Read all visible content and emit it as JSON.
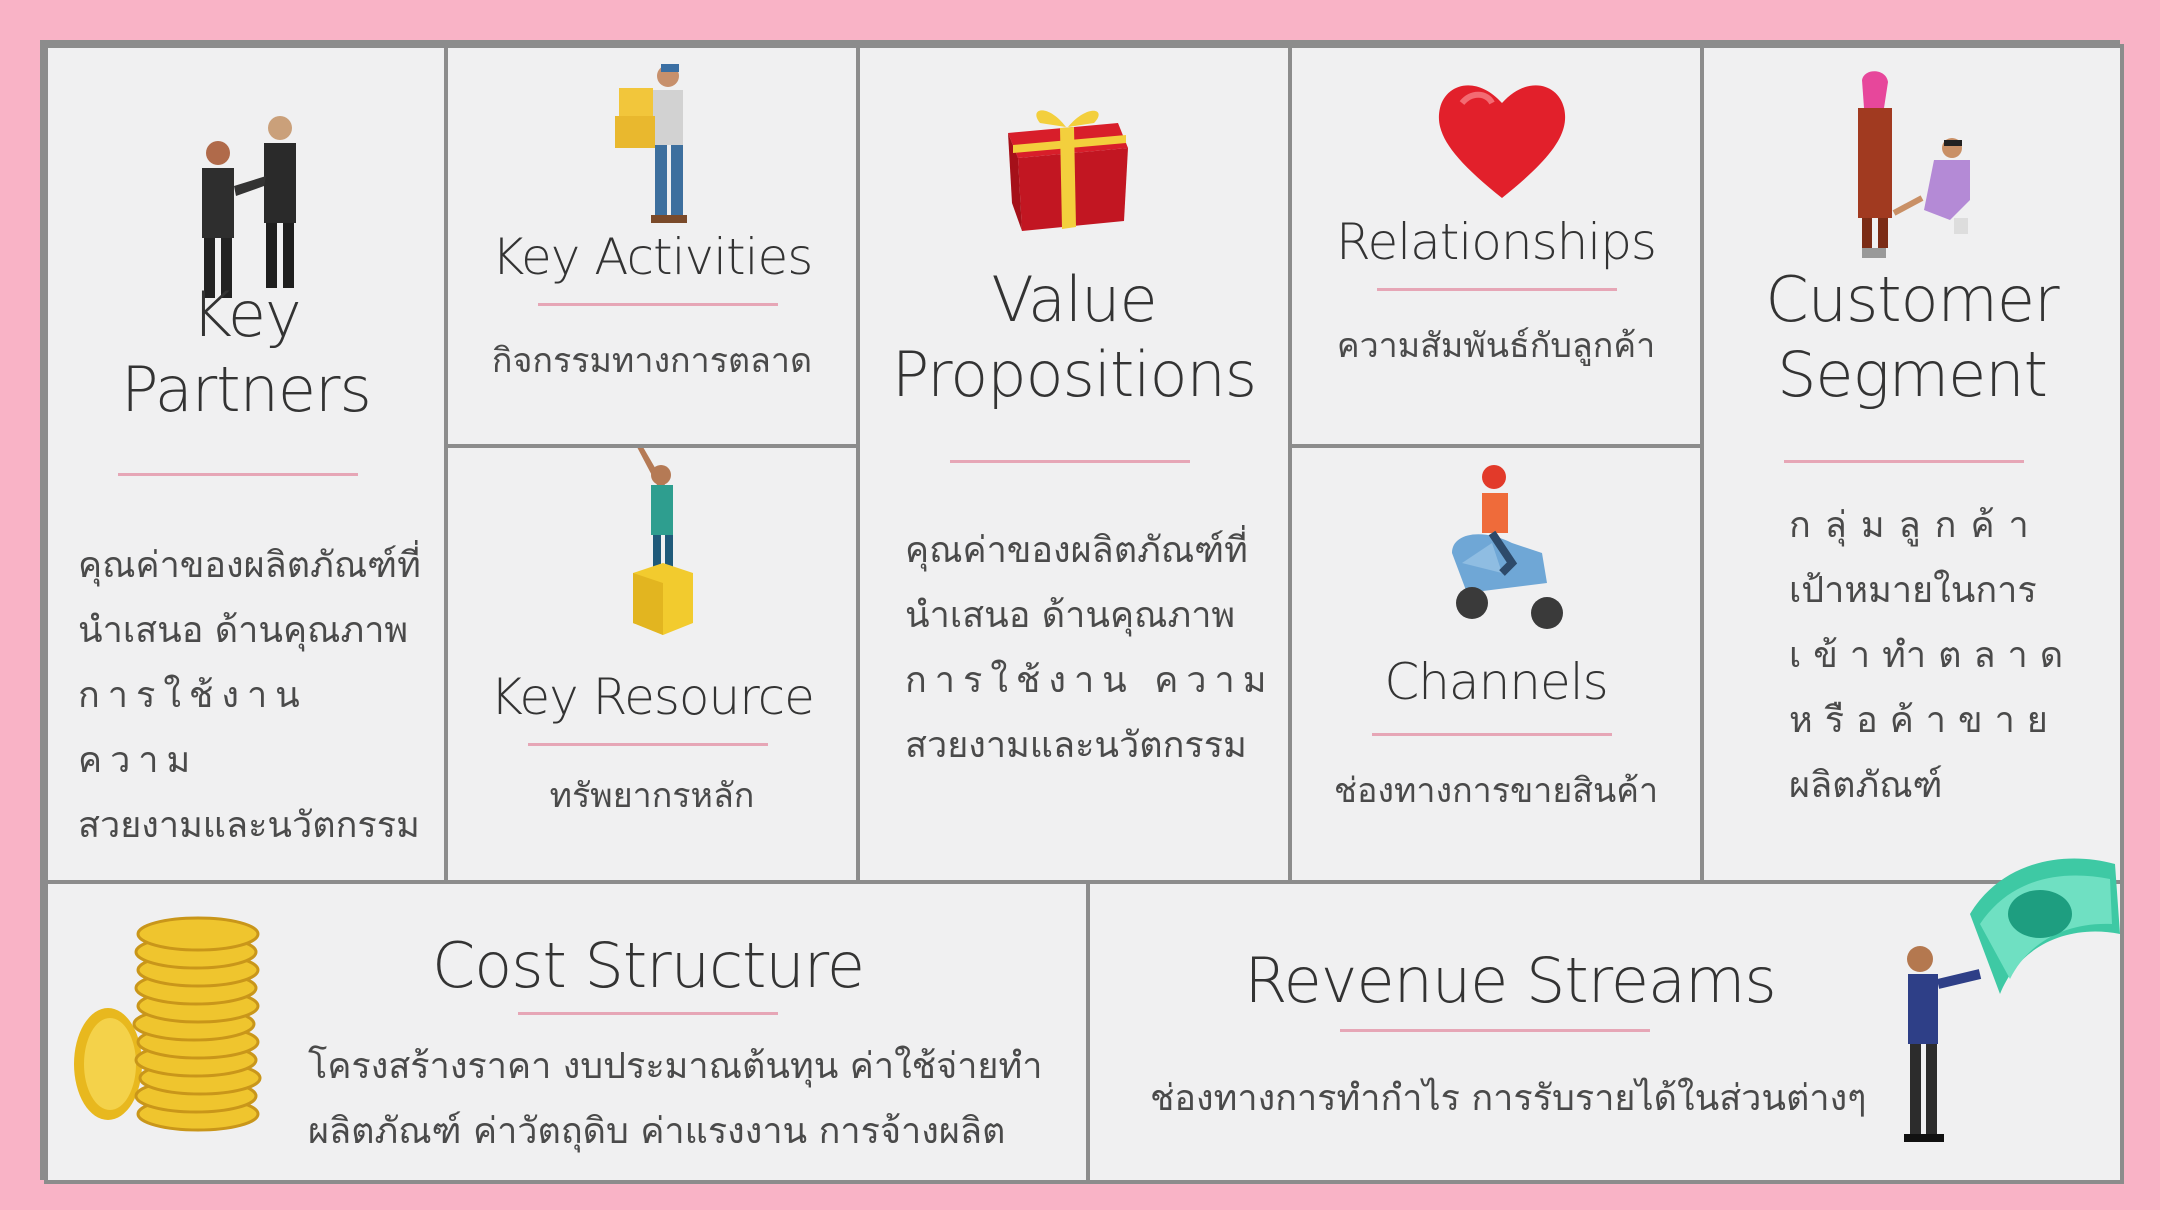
{
  "key_partners": {
    "title_line1": "Key",
    "title_line2": "Partners",
    "desc_lines": [
      "คุณค่าของผลิตภัณฑ์ที่",
      "นำเสนอ ด้านคุณภาพ",
      "การใช้งาน ความ",
      "สวยงามและนวัตกรรม"
    ]
  },
  "key_activities": {
    "title": "Key Activities",
    "desc": "กิจกรรมทางการตลาด"
  },
  "key_resource": {
    "title": "Key Resource",
    "desc": "ทรัพยากรหลัก"
  },
  "value_propositions": {
    "title_line1": "Value",
    "title_line2": "Propositions",
    "desc_lines": [
      "คุณค่าของผลิตภัณฑ์ที่",
      "นำเสนอ ด้านคุณภาพ",
      "การใช้งาน ความ",
      "สวยงามและนวัตกรรม"
    ]
  },
  "relationships": {
    "title": "Relationships",
    "desc": "ความสัมพันธ์กับลูกค้า"
  },
  "channels": {
    "title": "Channels",
    "desc": "ช่องทางการขายสินค้า"
  },
  "customer_segment": {
    "title_line1": "Customer",
    "title_line2": "Segment",
    "desc_lines": [
      "กลุ่มลูกค้า",
      "เป้าหมายในการ",
      "เข้าทำตลาด",
      "หรือค้าขาย",
      "ผลิตภัณฑ์"
    ]
  },
  "cost_structure": {
    "title": "Cost Structure",
    "desc_lines": [
      "โครงสร้างราคา งบประมาณต้นทุน ค่าใช้จ่ายทำ",
      "ผลิตภัณฑ์ ค่าวัตถุดิบ ค่าแรงงาน การจ้างผลิต"
    ]
  },
  "revenue_streams": {
    "title": "Revenue Streams",
    "desc": "ช่องทางการทำกำไร การรับรายได้ในส่วนต่างๆ"
  },
  "icons": {
    "key_partners": "handshake-icon",
    "key_activities": "worker-carrying-boxes-icon",
    "key_resource": "trophy-on-pedestal-icon",
    "value_propositions": "gift-box-icon",
    "relationships": "heart-icon",
    "channels": "scooter-delivery-icon",
    "customer_segment": "customer-service-icon",
    "cost_structure": "coin-stack-icon",
    "revenue_streams": "person-with-money-icon"
  },
  "colors": {
    "background": "#f9b3c6",
    "panel": "#f0f0f1",
    "border": "#8c8c8c",
    "accent_line": "#e6a6b6"
  }
}
